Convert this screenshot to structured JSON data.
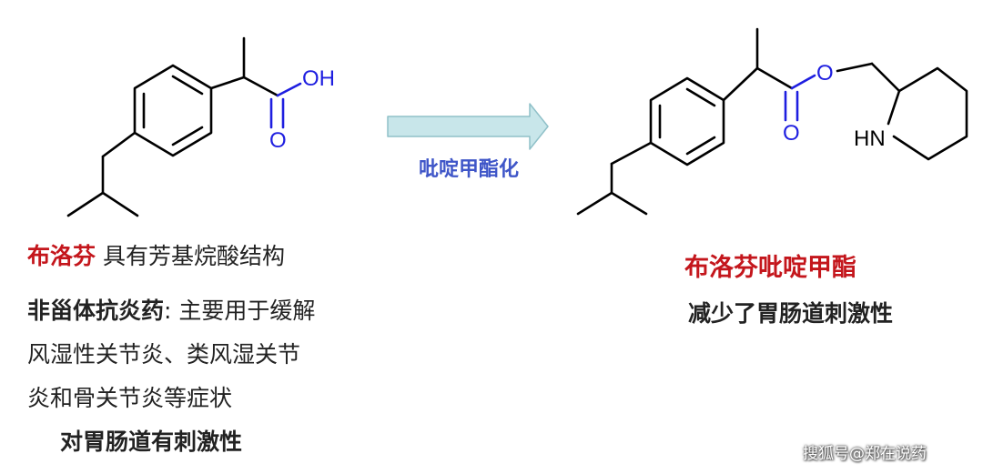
{
  "left": {
    "atoms": {
      "oh": "OH",
      "o": "O"
    },
    "name": "布洛芬",
    "name_desc": "具有芳基烷酸结构",
    "category": "非甾体抗炎药",
    "category_desc": ": 主要用于缓解",
    "desc_line2": "风湿性关节炎、类风湿关节",
    "desc_line3": "炎和骨关节炎等症状",
    "side_effect": "对胃肠道有刺激性"
  },
  "arrow": {
    "label": "吡啶甲酯化"
  },
  "right": {
    "atoms": {
      "o_ester": "O",
      "o_carbonyl": "O",
      "hn": "HN"
    },
    "name": "布洛芬吡啶甲酯",
    "benefit": "减少了胃肠道刺激性"
  },
  "watermark": "搜狐号@郑在说药",
  "colors": {
    "name_red": "#c4161c",
    "oxygen_blue": "#1e1ee0",
    "arrow_fill": "#c8e6ea",
    "arrow_stroke": "#8fc0c8",
    "label_blue": "#3f56c8"
  }
}
